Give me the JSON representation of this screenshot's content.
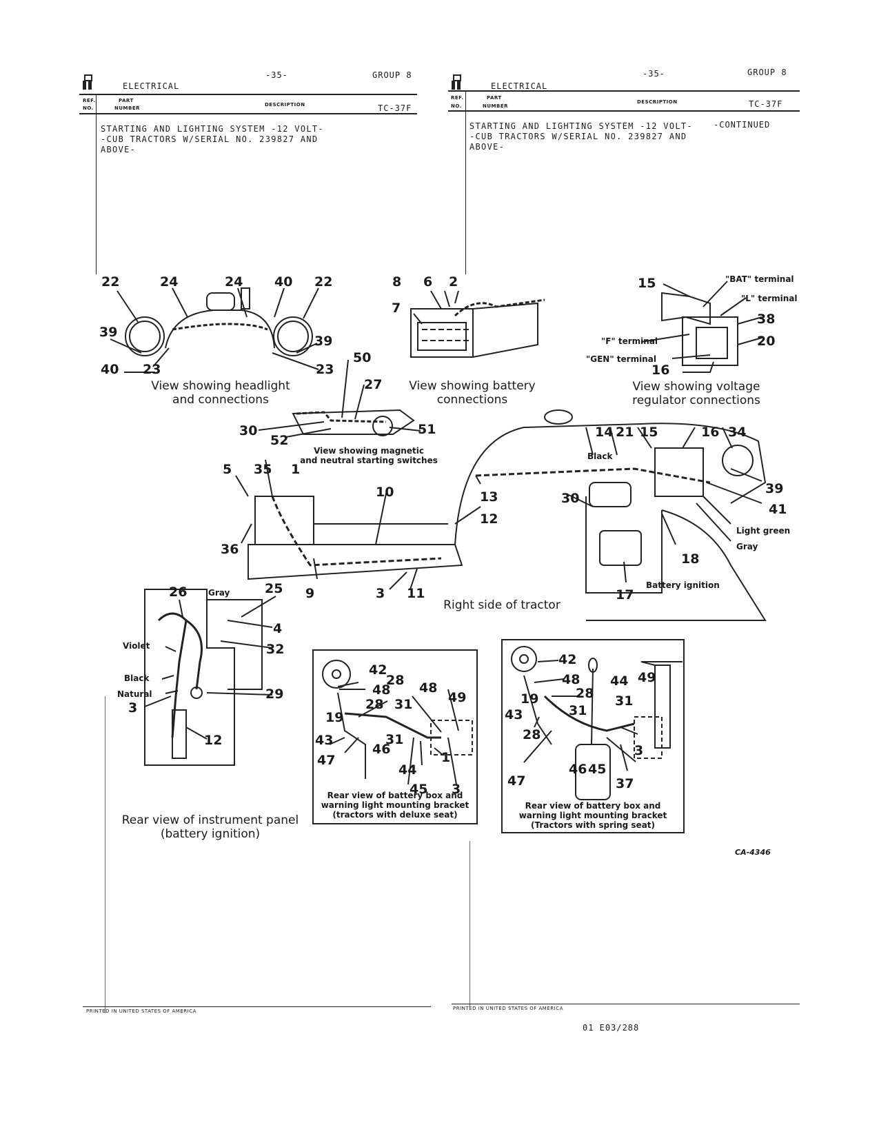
{
  "left_page": {
    "logo": "IH",
    "section": "ELECTRICAL",
    "page_number": "-35-",
    "group": "GROUP  8",
    "col_ref": "REF.",
    "col_no": "NO.",
    "col_part": "PART",
    "col_number": "NUMBER",
    "col_description": "DESCRIPTION",
    "code": "TC-37F",
    "description": "STARTING AND LIGHTING SYSTEM -12 VOLT-\n-CUB TRACTORS W/SERIAL NO. 239827 AND\nABOVE-",
    "footer": "PRINTED IN UNITED STATES OF AMERICA"
  },
  "right_page": {
    "logo": "IH",
    "section": "ELECTRICAL",
    "page_number": "-35-",
    "group": "GROUP  8",
    "col_ref": "REF.",
    "col_no": "NO.",
    "col_part": "PART",
    "col_number": "NUMBER",
    "col_description": "DESCRIPTION",
    "code": "TC-37F",
    "description": "STARTING AND LIGHTING SYSTEM -12 VOLT-\n-CUB TRACTORS W/SERIAL NO. 239827 AND\nABOVE-",
    "continued": "-CONTINUED",
    "footer": "PRINTED IN UNITED STATES OF AMERICA"
  },
  "captions": {
    "headlight": "View showing headlight\nand connections",
    "battery": "View showing battery\nconnections",
    "regulator": "View showing voltage\nregulator connections",
    "switches": "View showing magnetic\nand neutral starting switches",
    "right_side": "Right side of tractor",
    "instrument_panel": "Rear view of instrument panel\n(battery ignition)",
    "deluxe_seat": "Rear view of battery box and\nwarning light mounting bracket\n(tractors with deluxe seat)",
    "spring_seat": "Rear view of battery box and\nwarning light mounting bracket\n(Tractors with spring seat)"
  },
  "terminals": {
    "bat": "\"BAT\" terminal",
    "l": "\"L\" terminal",
    "f": "\"F\" terminal",
    "gen": "\"GEN\" terminal"
  },
  "wire_colors": {
    "black": "Black",
    "gray": "Gray",
    "light_green": "Light green",
    "violet": "Violet",
    "natural": "Natural",
    "battery_ignition": "Battery ignition"
  },
  "figure_code": "CA-4346",
  "doc_code": "01 E03/288"
}
